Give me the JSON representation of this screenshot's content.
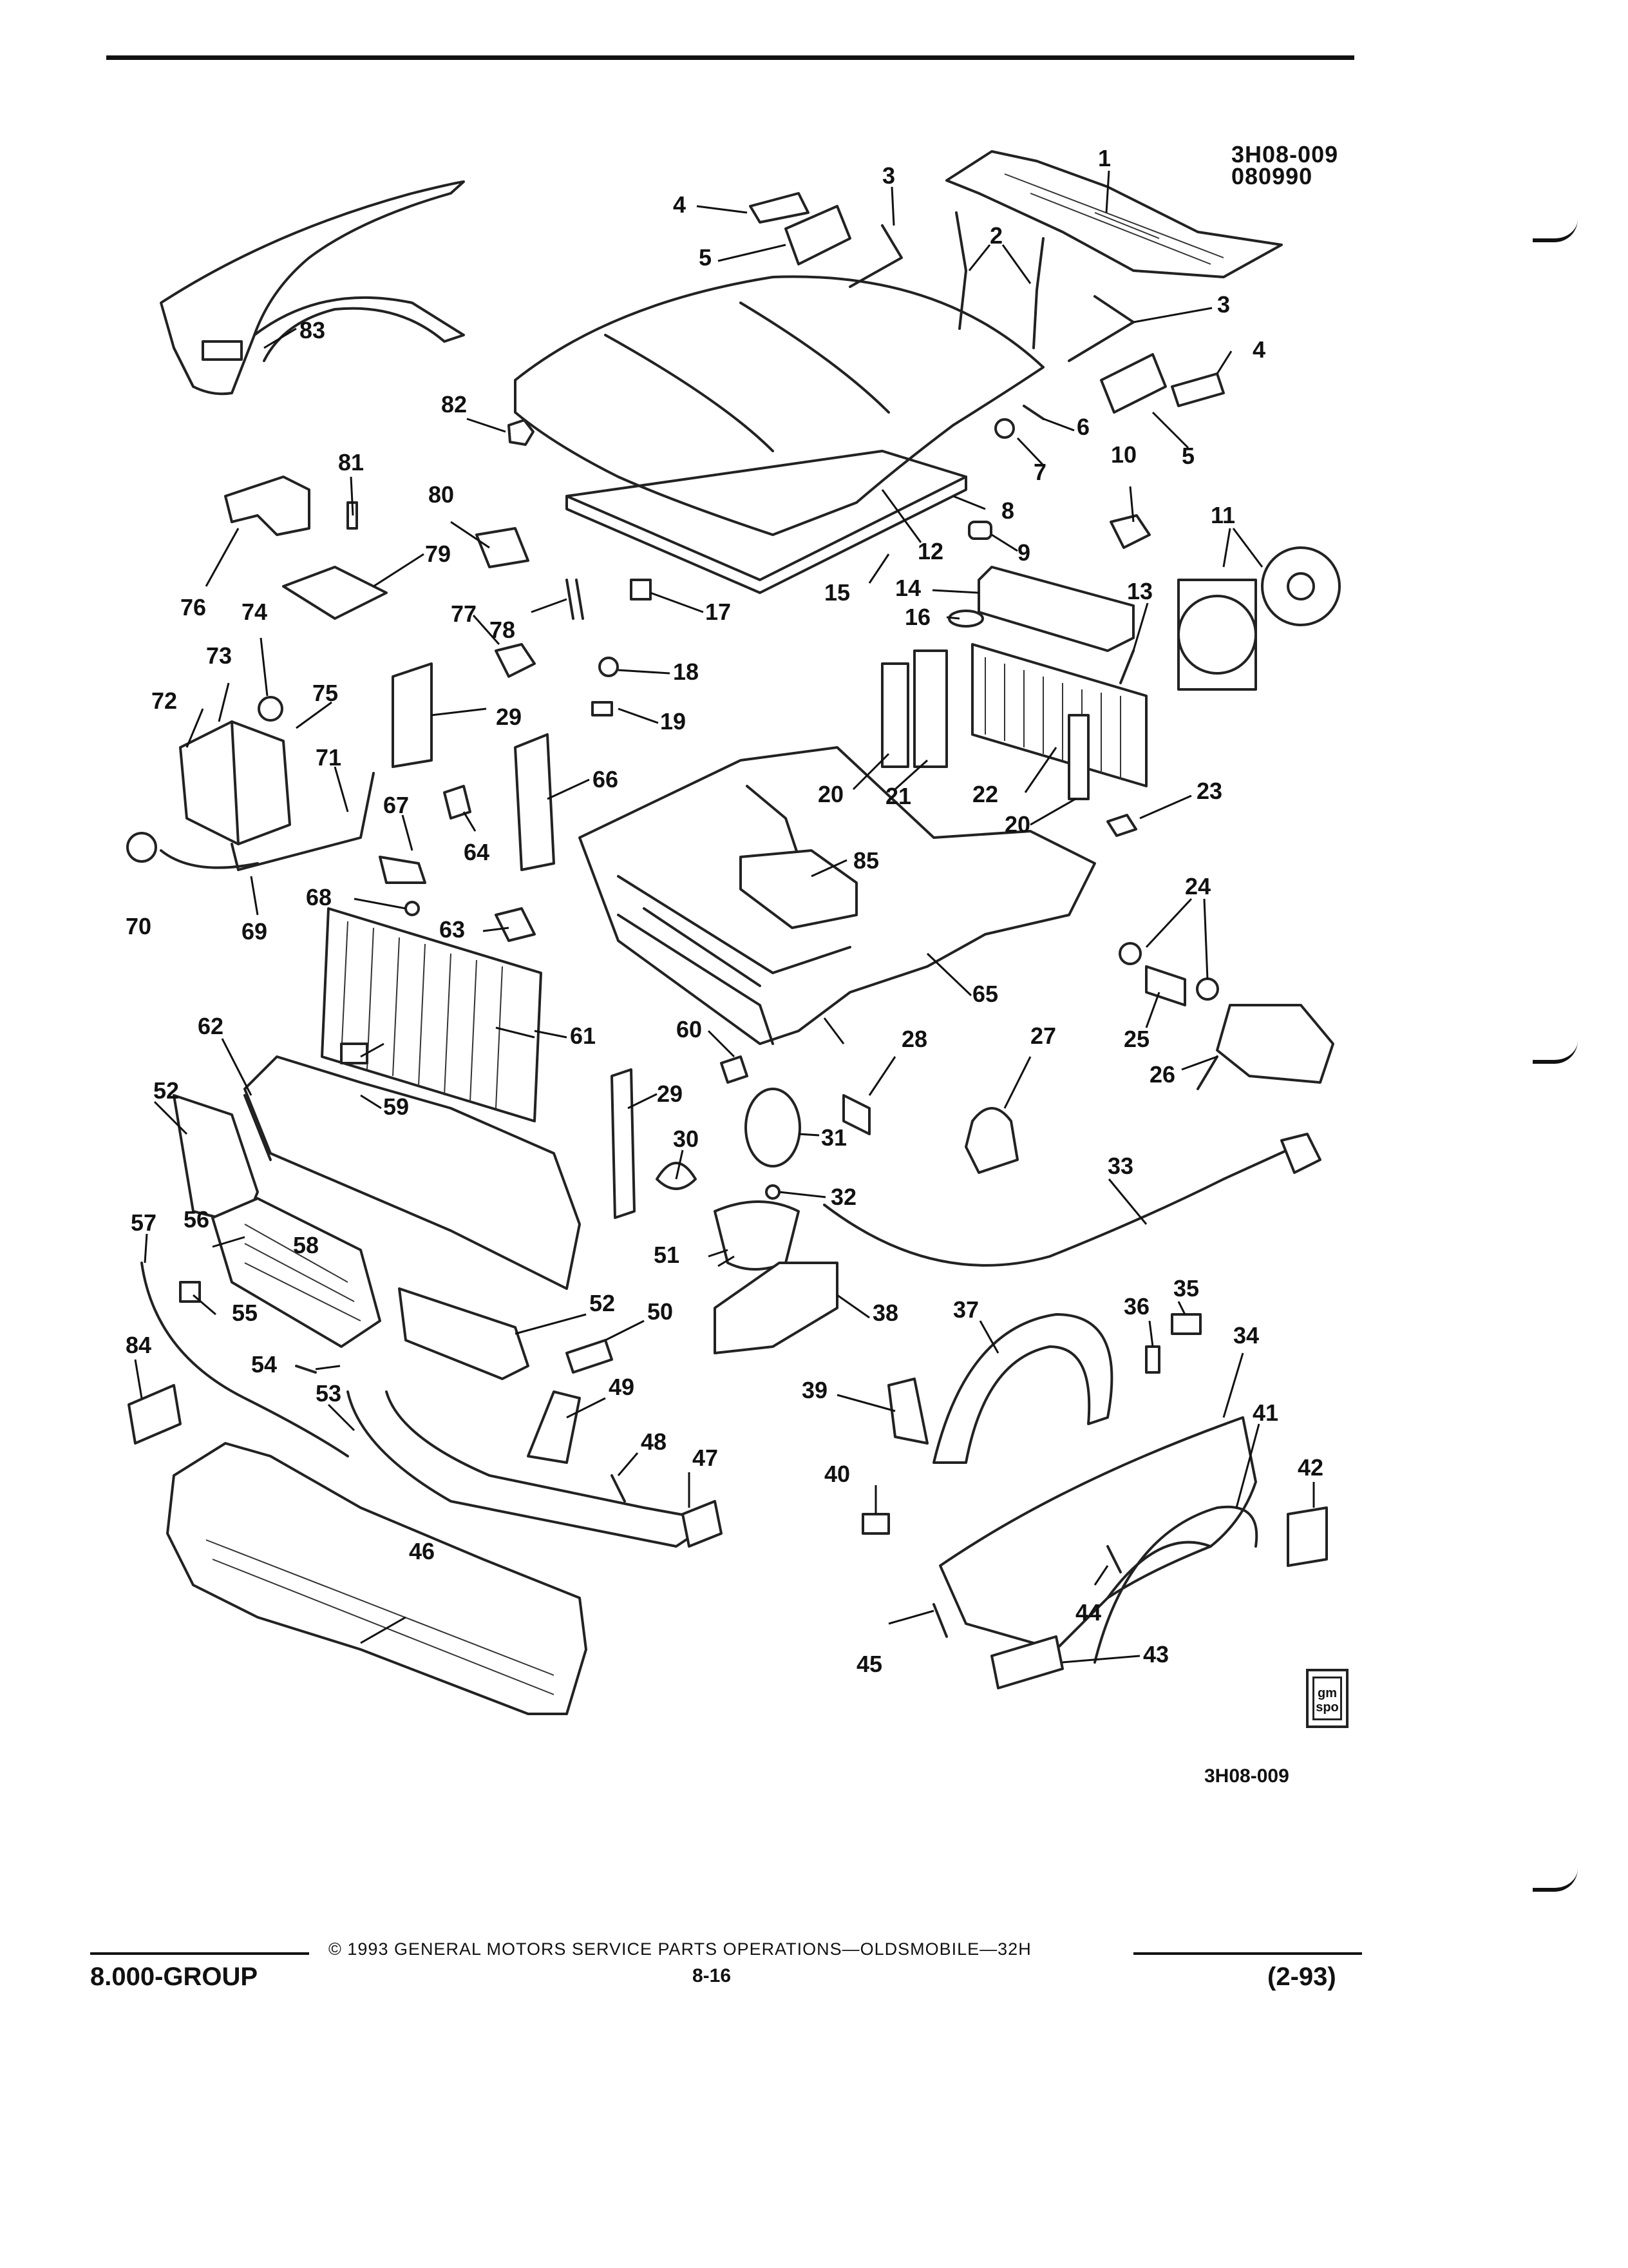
{
  "header": {
    "figure_code": "3H08-009",
    "date_code": "080990"
  },
  "figure": {
    "bottom_code": "3H08-009",
    "logo_text": "gm spo"
  },
  "callouts": [
    "1",
    "2",
    "3",
    "4",
    "5",
    "6",
    "7",
    "8",
    "9",
    "10",
    "11",
    "12",
    "13",
    "14",
    "15",
    "16",
    "17",
    "18",
    "19",
    "20",
    "21",
    "22",
    "23",
    "24",
    "25",
    "26",
    "27",
    "28",
    "29",
    "30",
    "31",
    "32",
    "33",
    "34",
    "35",
    "36",
    "37",
    "38",
    "39",
    "40",
    "41",
    "42",
    "43",
    "44",
    "45",
    "46",
    "47",
    "48",
    "49",
    "50",
    "51",
    "52",
    "53",
    "54",
    "55",
    "56",
    "57",
    "58",
    "59",
    "60",
    "61",
    "62",
    "63",
    "64",
    "65",
    "66",
    "67",
    "68",
    "69",
    "70",
    "71",
    "72",
    "73",
    "74",
    "75",
    "76",
    "77",
    "78",
    "79",
    "80",
    "81",
    "82",
    "83",
    "84",
    "85"
  ],
  "footer": {
    "copyright_line": "© 1993 GENERAL MOTORS SERVICE PARTS OPERATIONS—OLDSMOBILE—32H",
    "group": "8.000-GROUP",
    "page": "8-16",
    "revision": "(2-93)"
  }
}
